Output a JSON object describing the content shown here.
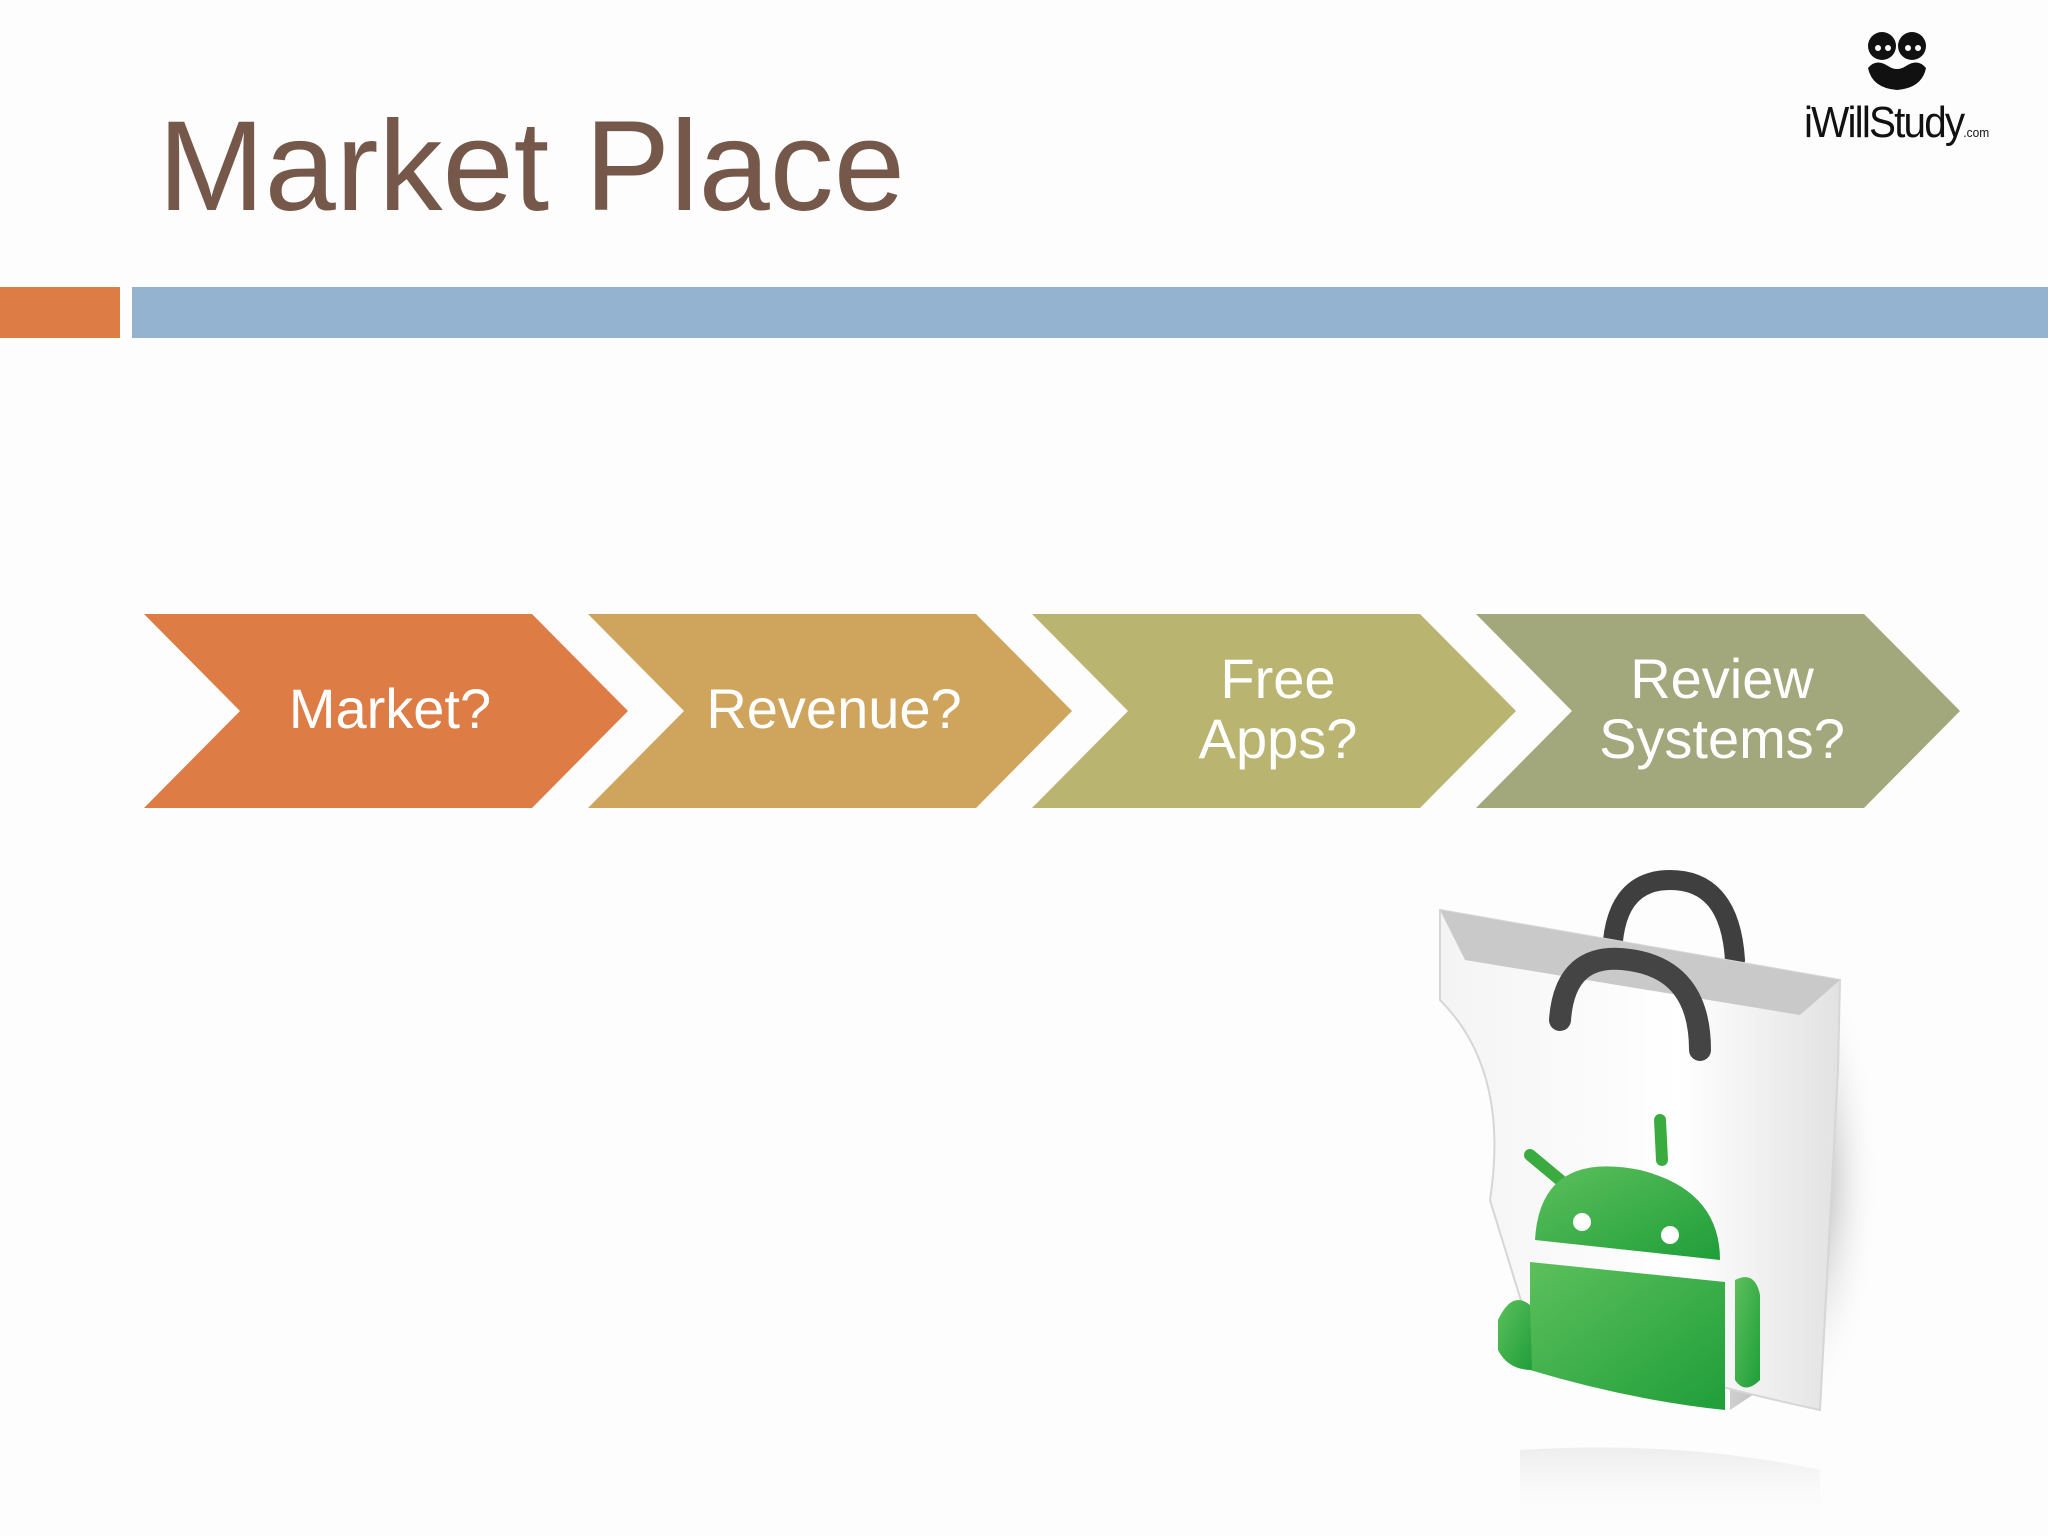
{
  "title": "Market Place",
  "logo": {
    "text": "iWillStudy",
    "suffix": ".com"
  },
  "colors": {
    "title": "#76584a",
    "accent_bar": "#de7c45",
    "main_bar": "#94b3d0",
    "chevron_1": "#de7c45",
    "chevron_2": "#cfa45d",
    "chevron_3": "#b9b571",
    "chevron_4": "#a2a87c",
    "android_green": "#3aac3f"
  },
  "process": [
    {
      "label": "Market?"
    },
    {
      "label": "Revenue?"
    },
    {
      "label": "Free\nApps?"
    },
    {
      "label": "Review\nSystems?"
    }
  ],
  "image": {
    "icon": "android-market-bag-icon"
  }
}
